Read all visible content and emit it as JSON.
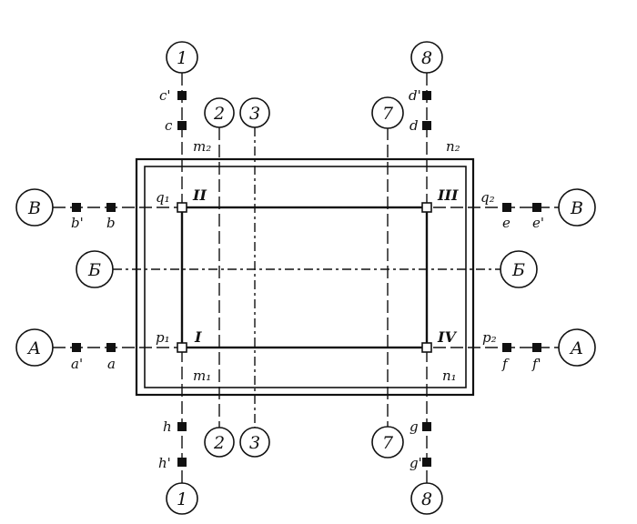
{
  "axes": {
    "a1_top": "1",
    "a1_bot": "1",
    "a2_top": "2",
    "a2_bot": "2",
    "a3_top": "3",
    "a3_bot": "3",
    "a7_top": "7",
    "a7_bot": "7",
    "a8_top": "8",
    "a8_bot": "8",
    "row_A_left": "А",
    "row_A_right": "А",
    "row_B_left": "Б",
    "row_B_right": "Б",
    "row_V_left": "В",
    "row_V_right": "В"
  },
  "points": {
    "c_prime": "c'",
    "c": "c",
    "d_prime": "d'",
    "d": "d",
    "h": "h",
    "h_prime": "h'",
    "g": "g",
    "g_prime": "g'",
    "b_prime": "b'",
    "b": "b",
    "a_prime": "a'",
    "a": "a",
    "e": "e",
    "e_prime": "e'",
    "f": "f",
    "f_prime": "f'"
  },
  "labels": {
    "m2": "m₂",
    "n2": "n₂",
    "m1": "m₁",
    "n1": "n₁",
    "q1": "q₁",
    "q2": "q₂",
    "p1": "p₁",
    "p2": "p₂"
  },
  "corners": {
    "I": "I",
    "II": "II",
    "III": "III",
    "IV": "IV"
  }
}
